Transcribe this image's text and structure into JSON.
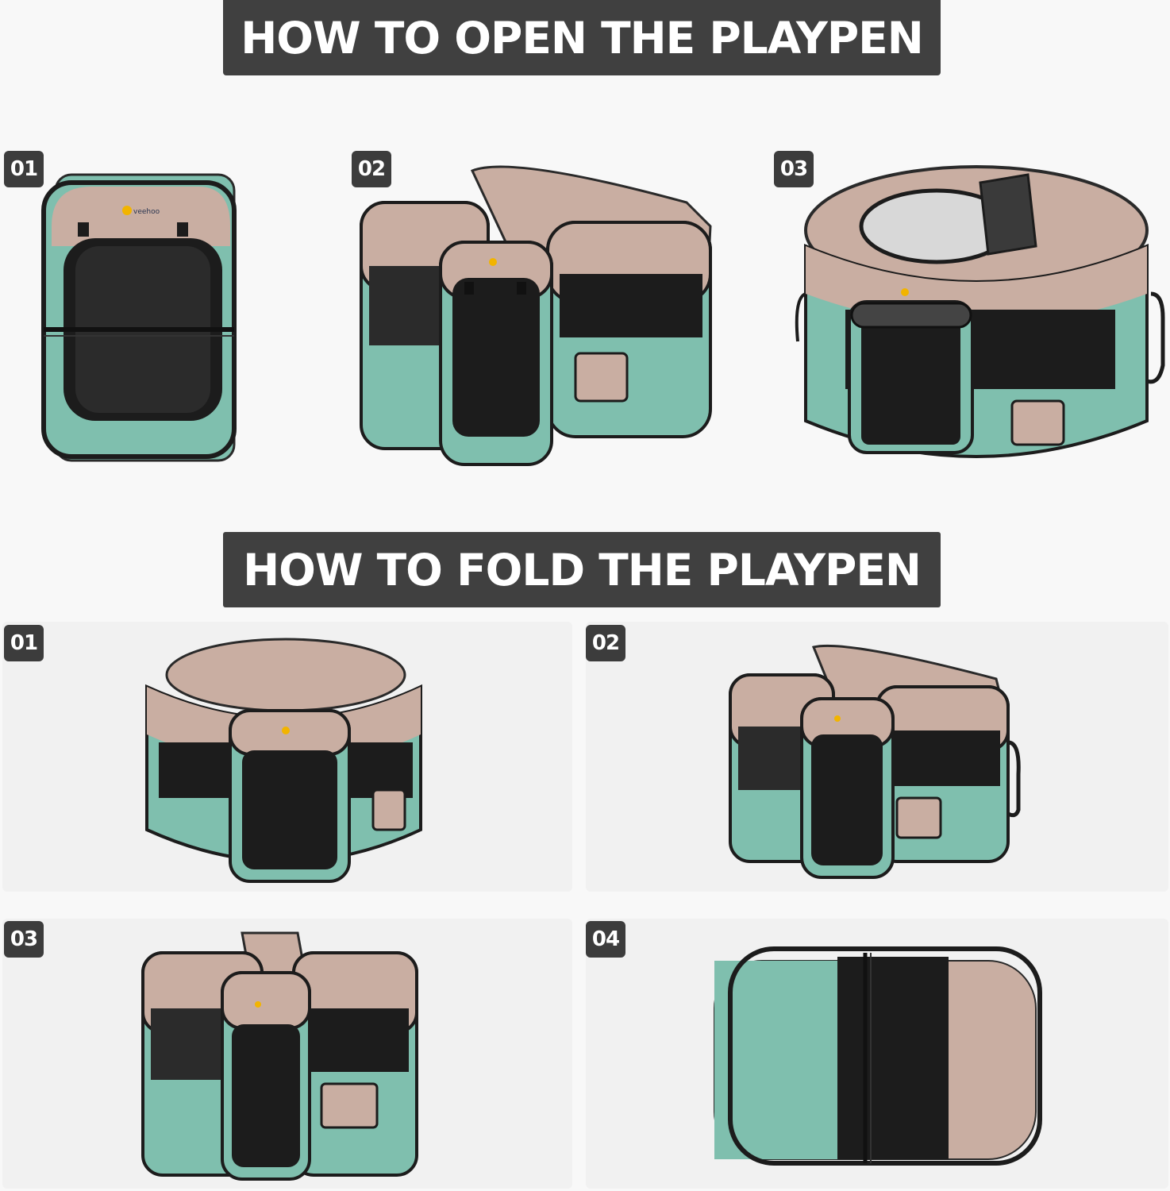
{
  "open_section": {
    "title": "HOW TO OPEN THE PLAYPEN",
    "steps": [
      {
        "number": "01"
      },
      {
        "number": "02"
      },
      {
        "number": "03"
      }
    ]
  },
  "fold_section": {
    "title": "HOW TO FOLD THE PLAYPEN",
    "steps": [
      {
        "number": "01"
      },
      {
        "number": "02"
      },
      {
        "number": "03"
      },
      {
        "number": "04"
      }
    ]
  },
  "brand": {
    "logo": "veehoo"
  },
  "colors": {
    "banner": "#404040",
    "badge": "#3c3c3c",
    "fabric_beige": "#c9aea2",
    "fabric_green": "#7fbfae",
    "mesh": "#1c1c1c",
    "trim": "#2a2a2a"
  }
}
